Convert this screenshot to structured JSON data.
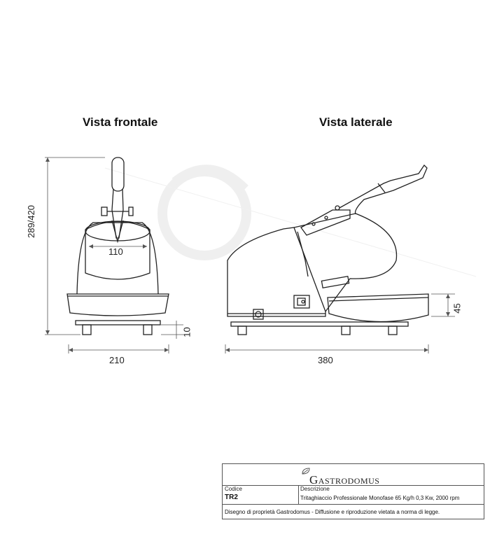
{
  "views": {
    "front_title": "Vista frontale",
    "side_title": "Vista laterale"
  },
  "dimensions": {
    "inner_width": "110",
    "front_width": "210",
    "side_length": "380",
    "height": "289/420",
    "foot_height": "10",
    "tray_height": "45"
  },
  "title_block": {
    "brand": "Gastrodomus",
    "brand_first": "G",
    "brand_rest": "ASTRODOMUS",
    "code_label": "Codice",
    "code_value": "TR2",
    "description_label": "Descrizione",
    "description_value": "Tritaghiaccio Professionale Monofase 65 Kg/h 0,3 Kw, 2000 rpm",
    "footer": "Disegno di proprietà Gastrodomus - Diffusione e riproduzione vietata a norma di legge."
  },
  "colors": {
    "line": "#222222",
    "dim_line": "#555555",
    "watermark": "#eeeeee"
  }
}
